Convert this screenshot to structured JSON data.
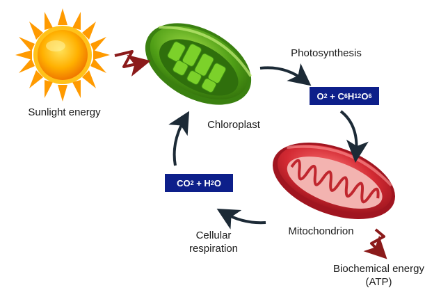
{
  "labels": {
    "sunlight": "Sunlight energy",
    "chloroplast": "Chloroplast",
    "photosynthesis": "Photosynthesis",
    "mitochondrion": "Mitochondrion",
    "cellular_respiration_line1": "Cellular",
    "cellular_respiration_line2": "respiration",
    "biochemical_line1": "Biochemical energy",
    "biochemical_line2": "(ATP)"
  },
  "formulas": {
    "products": {
      "o2": "O",
      "o2_sub": "2",
      "plus": " + ",
      "c": "C",
      "c_sub": "6",
      "h": "H",
      "h_sub": "12",
      "o": "O",
      "o_sub": "6"
    },
    "reactants": {
      "co2": "CO",
      "co2_sub": "2",
      "plus": " + ",
      "h": "H",
      "h_sub": "2",
      "o": "O"
    }
  },
  "colors": {
    "formula_box": "#0d1f8a",
    "cycle_arrow": "#1c2a36",
    "energy_arrow": "#8b1a1a",
    "sun": "#ffb000",
    "chloroplast": "#5aa81c",
    "mitochondrion": "#c8232c"
  },
  "icons": [
    "sun-icon",
    "chloroplast-icon",
    "mitochondrion-icon"
  ]
}
